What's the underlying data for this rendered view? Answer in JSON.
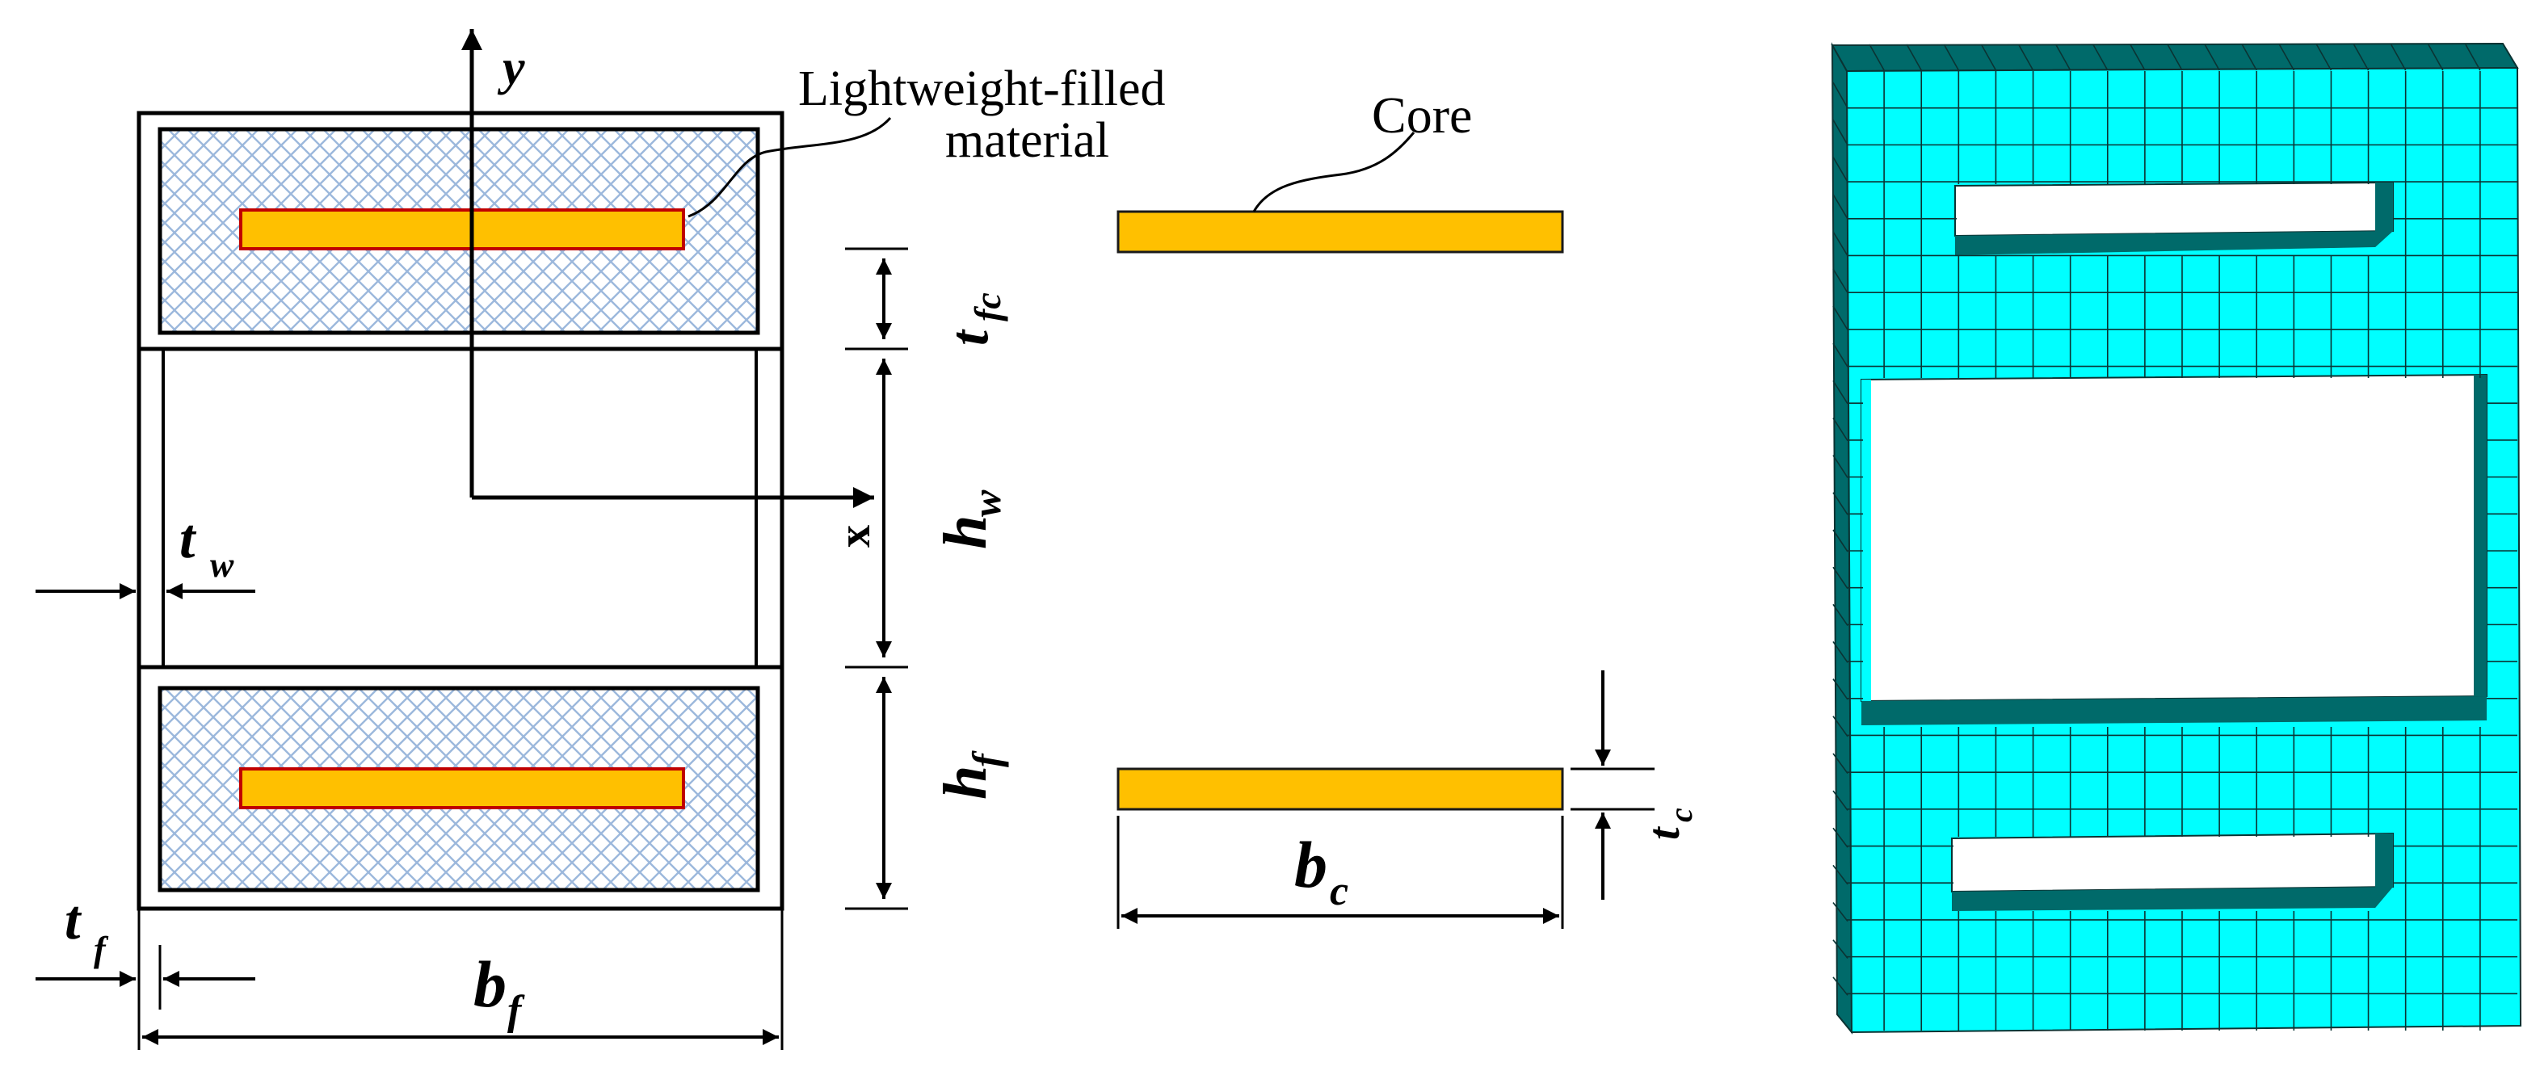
{
  "labels": {
    "axis_y": "y",
    "axis_x": "x",
    "filler_line1": "Lightweight-filled",
    "filler_line2": "material",
    "core": "Core",
    "t_fc_main": "t",
    "t_fc_sub": "fc",
    "h_w_main": "h",
    "h_w_sub": "w",
    "h_f_main": "h",
    "h_f_sub": "f",
    "t_w_main": "t",
    "t_w_sub": "w",
    "t_f_main": "t",
    "t_f_sub": "f",
    "b_f_main": "b",
    "b_f_sub": "f",
    "b_c_main": "b",
    "b_c_sub": "c",
    "t_c_main": "t",
    "t_c_sub": "c"
  },
  "colors": {
    "core_fill": "#ffc000",
    "core_edge_red": "#c00000",
    "hatch": "#9cb8dc",
    "mesh_face": "#00ffff",
    "mesh_side": "#006a6a",
    "mesh_line": "#0b3333"
  }
}
